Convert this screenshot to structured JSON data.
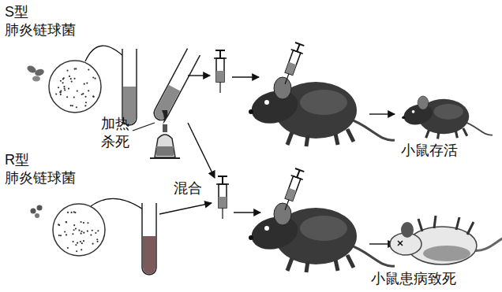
{
  "diagram": {
    "labels": [
      "S型 肺炎链球菌",
      "加热 杀死",
      "小鼠存活",
      "R型 肺炎链球菌",
      "混合",
      "小鼠患病致死"
    ]
  }
}
